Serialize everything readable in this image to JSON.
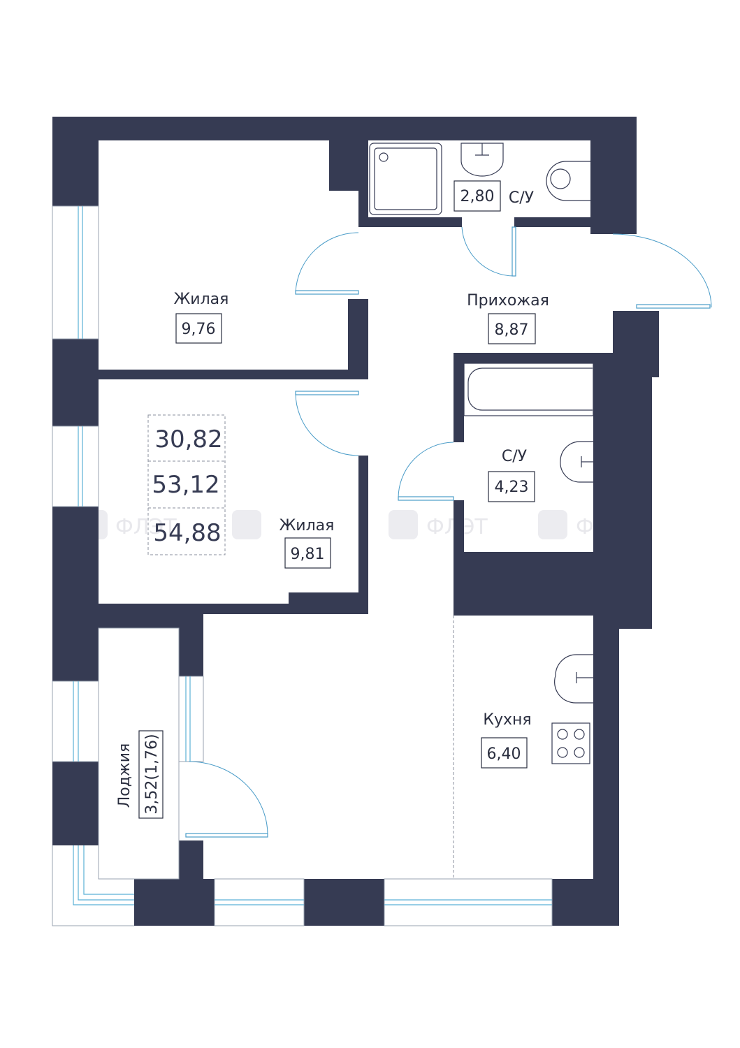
{
  "rooms": {
    "living1": {
      "name": "Жилая",
      "area": "9,76"
    },
    "bath_small": {
      "name": "С/У",
      "area": "2,80"
    },
    "hall": {
      "name": "Прихожая",
      "area": "8,87"
    },
    "living2": {
      "name": "Жилая",
      "area": "9,81"
    },
    "bath_big": {
      "name": "С/У",
      "area": "4,23"
    },
    "kitchen": {
      "name": "Кухня",
      "area": "6,40"
    },
    "loggia": {
      "name": "Лоджия",
      "area": "3,52(1,76)"
    }
  },
  "totals": {
    "living": "30,82",
    "total": "53,12",
    "with_loggia": "54,88"
  },
  "watermark": "ФЛЭТ",
  "colors": {
    "wall": "#363b53",
    "door": "#4a9cc8",
    "window": "#5bb0d6"
  }
}
